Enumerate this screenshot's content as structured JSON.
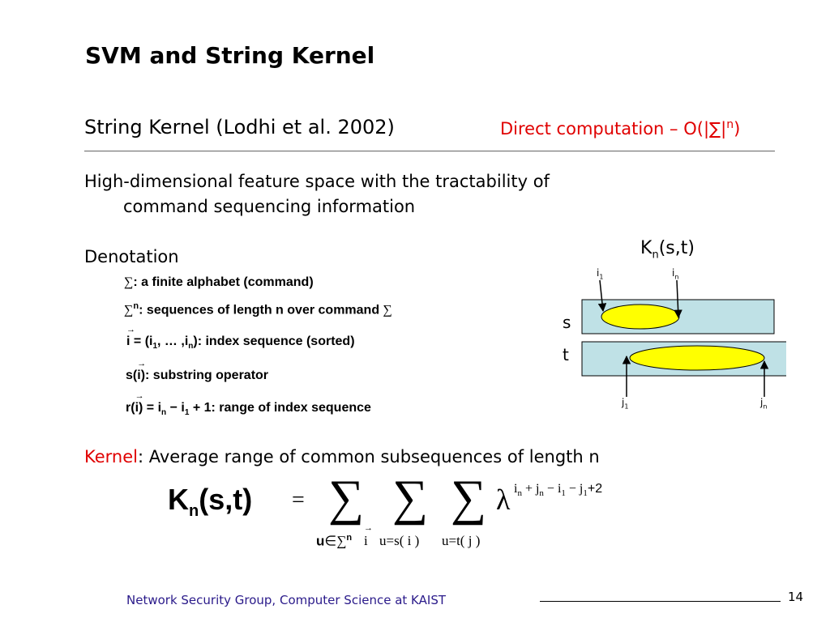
{
  "title": "SVM and String Kernel",
  "subtitle": "String Kernel (Lodhi et al. 2002)",
  "direct": {
    "prefix": "Direct computation – O(|∑|",
    "exp": "n",
    "suffix": ")"
  },
  "intro": {
    "line1": "High-dimensional feature space with the tractability of",
    "line2": "command sequencing information"
  },
  "denotation": {
    "heading": "Denotation",
    "item1_sym": "∑",
    "item1": ": a finite alphabet (command)",
    "item2_sym": "∑",
    "item2_exp": "n",
    "item2": ": sequences of length n over command ",
    "item2_end": "∑",
    "item3_i": "i",
    "item3_eq": " = (i",
    "item3_sub1": "1",
    "item3_mid": ", … ,i",
    "item3_subn": "n",
    "item3_end": "): index sequence (sorted)",
    "item4_pre": "s(",
    "item4_i": "i",
    "item4_end": "): substring operator",
    "item5_pre": "r(",
    "item5_i": "i",
    "item5_mid": ") = i",
    "item5_subn": "n",
    "item5_minus": " − i",
    "item5_sub1": "1",
    "item5_end": " + 1: range of index sequence"
  },
  "diagram": {
    "label": "K",
    "label_sub": "n",
    "label_args": "(s,t)",
    "i1": "i",
    "i1_sub": "1",
    "in": "i",
    "in_sub": "n",
    "s": "s",
    "t": "t",
    "j1": "j",
    "j1_sub": "1",
    "jn": "j",
    "jn_sub": "n"
  },
  "kernel": {
    "word": "Kernel",
    "rest": ": Average range of common subsequences of length n"
  },
  "formula": {
    "K": "K",
    "K_sub": "n",
    "K_args": "(s,t)",
    "eq": "=",
    "sigma": "∑",
    "sub1_u": "u",
    "sub1_rest": "∈∑",
    "sub1_exp": "n",
    "sub2": "i",
    "sub3": "u=s( i )",
    "sub4": "u=t( j )",
    "lambda": "λ",
    "exp_text": "+2",
    "exp_i": "i",
    "exp_in": "n",
    "exp_plus_j": " + j",
    "exp_jn": "n",
    "exp_minus_i": " − i",
    "exp_i1": "1",
    "exp_minus_j": " − j",
    "exp_j1": "1"
  },
  "footer": "Network Security Group, Computer Science at KAIST",
  "page_number": "14",
  "colors": {
    "accent_red": "#e00000",
    "footer_blue": "#2a1a8a",
    "box_fill": "#bfe1e6",
    "ellipse_fill": "#ffff00"
  }
}
